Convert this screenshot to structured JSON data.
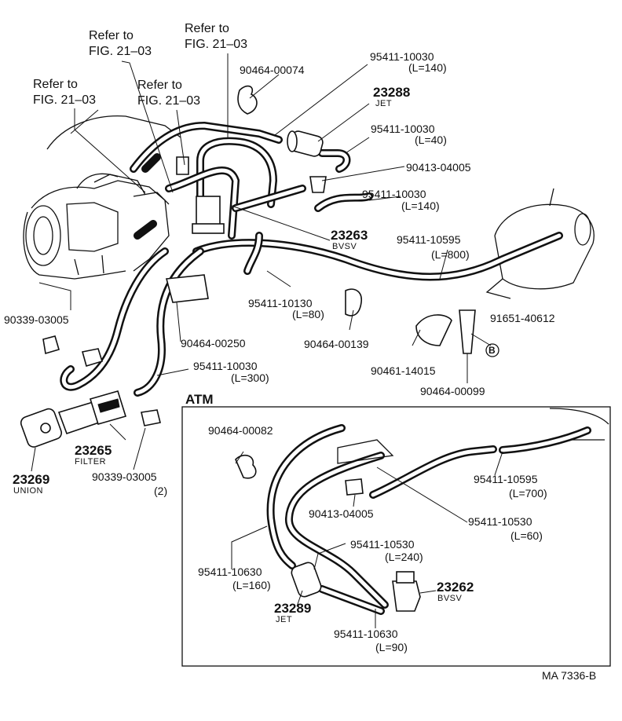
{
  "title": {
    "atm": "ATM",
    "code": "MA  7336-B"
  },
  "refs": {
    "r1_line1": "Refer to",
    "r1_line2": "FIG. 21–03",
    "r2_line1": "Refer to",
    "r2_line2": "FIG. 21–03",
    "r3_line1": "Refer to",
    "r3_line2": "FIG. 21–03",
    "r4_line1": "Refer to",
    "r4_line2": "FIG. 21–03"
  },
  "labels": {
    "p1": "90464-00074",
    "p2": "95411-10030",
    "p2_len": "(L=140)",
    "p3": "23288",
    "p3_sub": "JET",
    "p4": "95411-10030",
    "p4_len": "(L=40)",
    "p5": "90413-04005",
    "p6": "95411-10030",
    "p6_len": "(L=140)",
    "p7": "23263",
    "p7_sub": "BVSV",
    "p8": "95411-10595",
    "p8_len": "(L=800)",
    "p9": "95411-10130",
    "p9_len": "(L=80)",
    "p10": "90339-03005",
    "p11": "90464-00139",
    "p12": "91651-40612",
    "p13": "90464-00250",
    "p14": "90461-14015",
    "p15": "95411-10030",
    "p15_len": "(L=300)",
    "p16": "90464-00099",
    "p17": "23265",
    "p17_sub": "FILTER",
    "p18": "90339-03005",
    "p18_qty": "(2)",
    "p19": "23269",
    "p19_sub": "UNION",
    "b_marker": "B"
  },
  "atm": {
    "a1": "90464-00082",
    "a2": "95411-10595",
    "a2_len": "(L=700)",
    "a3": "90413-04005",
    "a4": "95411-10530",
    "a4_len": "(L=60)",
    "a5": "95411-10530",
    "a5_len": "(L=240)",
    "a6": "95411-10630",
    "a6_len": "(L=160)",
    "a7": "23262",
    "a7_sub": "BVSV",
    "a8": "23289",
    "a8_sub": "JET",
    "a9": "95411-10630",
    "a9_len": "(L=90)"
  }
}
